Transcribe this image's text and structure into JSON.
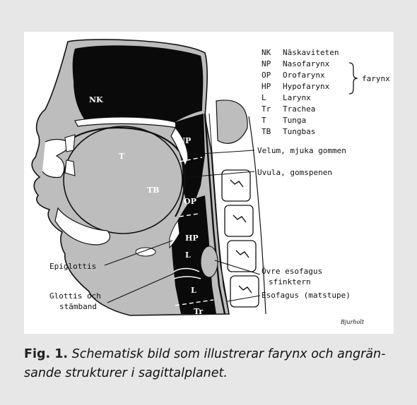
{
  "legend": [
    {
      "abbr": "NK",
      "name": "Näskaviteten"
    },
    {
      "abbr": "NP",
      "name": "Nasofarynx"
    },
    {
      "abbr": "OP",
      "name": "Orofarynx"
    },
    {
      "abbr": "HP",
      "name": "Hypofarynx"
    },
    {
      "abbr": "L",
      "name": "Larynx"
    },
    {
      "abbr": "Tr",
      "name": "Trachea"
    },
    {
      "abbr": "T",
      "name": "Tunga"
    },
    {
      "abbr": "TB",
      "name": "Tungbas"
    }
  ],
  "legend_group": "farynx",
  "region_tags": {
    "NK": "NK",
    "NP": "NP",
    "T": "T",
    "TB": "TB",
    "OP": "OP",
    "HP": "HP",
    "L1": "L",
    "L2": "L",
    "Tr": "Tr"
  },
  "callouts": {
    "velum": "Velum, mjuka gommen",
    "uvula": "Uvula, gomspenen",
    "epiglottis": "Epiglottis",
    "glottis_1": "Glottis och",
    "glottis_2": "stämband",
    "sphincter_1": "Övre esofagus",
    "sphincter_2": "sfinktern",
    "esophagus": "Esofagus (matstupe)"
  },
  "signature": "Bjurholt",
  "caption": {
    "label": "Fig. 1.",
    "text": "Schematisk bild som illustrerar farynx och angrän-sande strukturer i sagittalplanet."
  },
  "colors": {
    "page_bg": "#e7e7e7",
    "panel_bg": "#ffffff",
    "cavity": "#0a0a0a",
    "tissue": "#bdbdbd",
    "line": "#111111"
  }
}
